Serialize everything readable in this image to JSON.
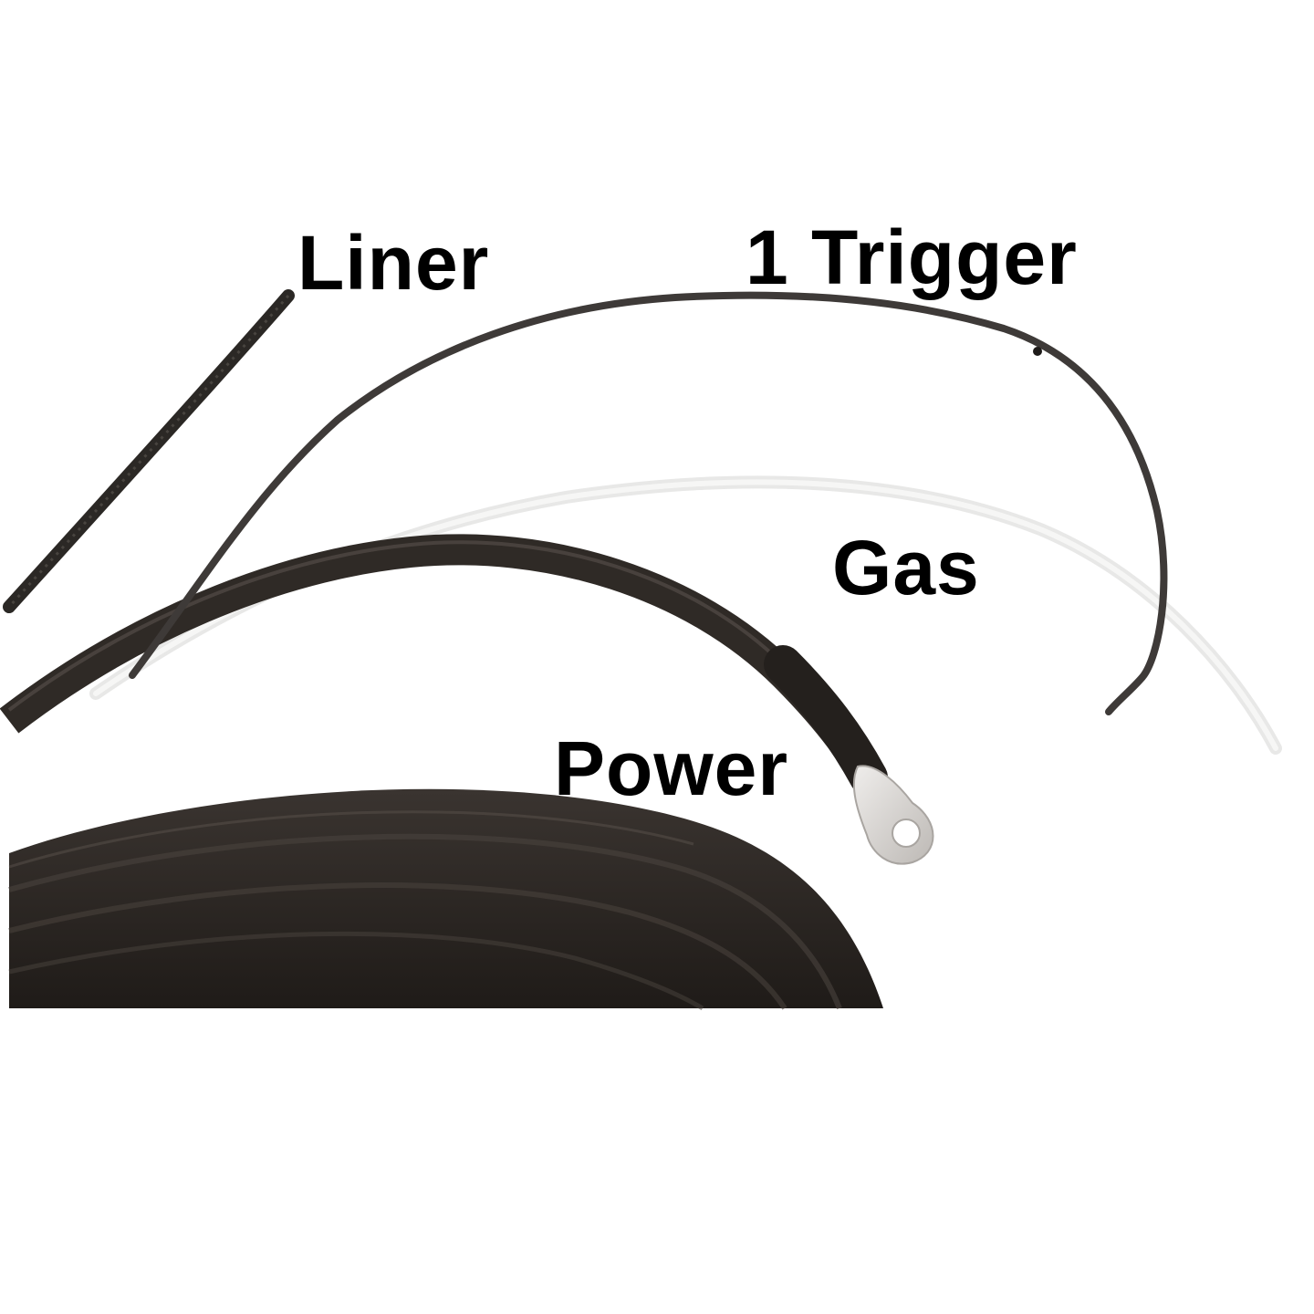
{
  "labels": {
    "liner": "Liner",
    "trigger": "1 Trigger",
    "gas": "Gas",
    "power": "Power"
  },
  "colors": {
    "background": "#ffffff",
    "label_text": "#000000",
    "liner_wire": "#2b2825",
    "trigger_wire": "#3e3a38",
    "gas_tube": "#e4e4e2",
    "power_cable": "#2f2a26",
    "coil": "#2a2521",
    "ring_terminal": "#d9d6d3"
  },
  "objects": [
    {
      "name": "liner",
      "icon": "liner-wire"
    },
    {
      "name": "trigger",
      "icon": "trigger-wire"
    },
    {
      "name": "gas",
      "icon": "gas-tube"
    },
    {
      "name": "power",
      "icon": "power-cable-ring-terminal"
    },
    {
      "name": "coil",
      "icon": "cable-coil"
    }
  ]
}
